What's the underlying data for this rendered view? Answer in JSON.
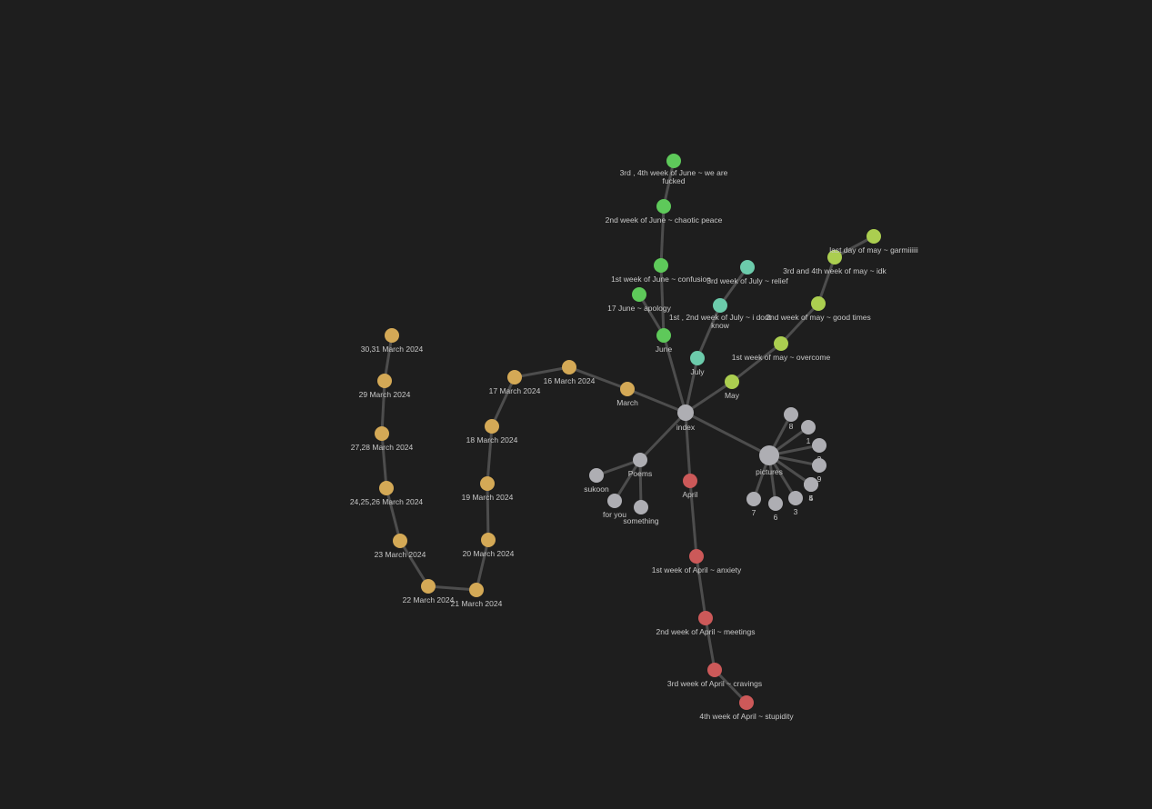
{
  "colors": {
    "background": "#1e1e1e",
    "edge": "#4d4d4d",
    "label": "#c8c8c8",
    "march": "#d4a956",
    "june": "#5ec95a",
    "july": "#6ccbab",
    "may": "#abce50",
    "april": "#cc5959",
    "neutral": "#aeaeb3"
  },
  "nodes": [
    {
      "id": "index",
      "label": "index",
      "group": "neutral"
    },
    {
      "id": "pictures",
      "label": "pictures",
      "group": "neutral"
    },
    {
      "id": "p8",
      "label": "8",
      "group": "neutral"
    },
    {
      "id": "p1",
      "label": "1",
      "group": "neutral"
    },
    {
      "id": "p2",
      "label": "2",
      "group": "neutral"
    },
    {
      "id": "p9",
      "label": "9",
      "group": "neutral"
    },
    {
      "id": "p5",
      "label": "5",
      "group": "neutral"
    },
    {
      "id": "p4",
      "label": "4",
      "group": "neutral"
    },
    {
      "id": "p3",
      "label": "3",
      "group": "neutral"
    },
    {
      "id": "p6",
      "label": "6",
      "group": "neutral"
    },
    {
      "id": "p7",
      "label": "7",
      "group": "neutral"
    },
    {
      "id": "poems",
      "label": "Poems",
      "group": "neutral"
    },
    {
      "id": "sukoon",
      "label": "sukoon",
      "group": "neutral"
    },
    {
      "id": "foryou",
      "label": "for you",
      "group": "neutral"
    },
    {
      "id": "something",
      "label": "something",
      "group": "neutral"
    },
    {
      "id": "april",
      "label": "April",
      "group": "april"
    },
    {
      "id": "apr1",
      "label": "1st week of April ~ anxiety",
      "group": "april"
    },
    {
      "id": "apr2",
      "label": "2nd week of April ~ meetings",
      "group": "april"
    },
    {
      "id": "apr3",
      "label": "3rd week of April ~ cravings",
      "group": "april"
    },
    {
      "id": "apr4",
      "label": "4th week of April ~ stupidity",
      "group": "april"
    },
    {
      "id": "march",
      "label": "March",
      "group": "march"
    },
    {
      "id": "m16",
      "label": "16 March 2024",
      "group": "march"
    },
    {
      "id": "m17",
      "label": "17 March 2024",
      "group": "march"
    },
    {
      "id": "m18",
      "label": "18 March 2024",
      "group": "march"
    },
    {
      "id": "m19",
      "label": "19 March 2024",
      "group": "march"
    },
    {
      "id": "m20",
      "label": "20 March 2024",
      "group": "march"
    },
    {
      "id": "m21",
      "label": "21 March 2024",
      "group": "march"
    },
    {
      "id": "m22",
      "label": "22 March 2024",
      "group": "march"
    },
    {
      "id": "m23",
      "label": "23 March 2024",
      "group": "march"
    },
    {
      "id": "m24",
      "label": "24,25,26 March 2024",
      "group": "march"
    },
    {
      "id": "m27",
      "label": "27,28 March 2024",
      "group": "march"
    },
    {
      "id": "m29",
      "label": "29 March 2024",
      "group": "march"
    },
    {
      "id": "m30",
      "label": "30,31 March 2024",
      "group": "march"
    },
    {
      "id": "june",
      "label": "June",
      "group": "june"
    },
    {
      "id": "j17",
      "label": "17 June ~ apology",
      "group": "june"
    },
    {
      "id": "j1",
      "label": "1st week of June ~ confusion",
      "group": "june"
    },
    {
      "id": "j2",
      "label": "2nd week of June ~ chaotic peace",
      "group": "june"
    },
    {
      "id": "j3",
      "label": "3rd , 4th week of June ~ we are fucked",
      "group": "june"
    },
    {
      "id": "july",
      "label": "July",
      "group": "july"
    },
    {
      "id": "jul12",
      "label": "1st , 2nd week of July ~ i dont know",
      "group": "july"
    },
    {
      "id": "jul3",
      "label": "3rd week of July ~ relief",
      "group": "july"
    },
    {
      "id": "may",
      "label": "May",
      "group": "may"
    },
    {
      "id": "may1",
      "label": "1st week of may ~ overcome",
      "group": "may"
    },
    {
      "id": "may2",
      "label": "2nd week of may ~ good times",
      "group": "may"
    },
    {
      "id": "may34",
      "label": "3rd and 4th week of may ~ idk",
      "group": "may"
    },
    {
      "id": "maylast",
      "label": "last day of may ~ garmiiiiii",
      "group": "may"
    }
  ],
  "edges": [
    [
      "index",
      "pictures"
    ],
    [
      "index",
      "poems"
    ],
    [
      "index",
      "april"
    ],
    [
      "index",
      "march"
    ],
    [
      "index",
      "june"
    ],
    [
      "index",
      "july"
    ],
    [
      "index",
      "may"
    ],
    [
      "pictures",
      "p8"
    ],
    [
      "pictures",
      "p1"
    ],
    [
      "pictures",
      "p2"
    ],
    [
      "pictures",
      "p9"
    ],
    [
      "pictures",
      "p5"
    ],
    [
      "pictures",
      "p4"
    ],
    [
      "pictures",
      "p3"
    ],
    [
      "pictures",
      "p6"
    ],
    [
      "pictures",
      "p7"
    ],
    [
      "poems",
      "sukoon"
    ],
    [
      "poems",
      "foryou"
    ],
    [
      "poems",
      "something"
    ],
    [
      "april",
      "apr1"
    ],
    [
      "apr1",
      "apr2"
    ],
    [
      "apr2",
      "apr3"
    ],
    [
      "apr3",
      "apr4"
    ],
    [
      "march",
      "m16"
    ],
    [
      "m16",
      "m17"
    ],
    [
      "m17",
      "m18"
    ],
    [
      "m18",
      "m19"
    ],
    [
      "m19",
      "m20"
    ],
    [
      "m20",
      "m21"
    ],
    [
      "m21",
      "m22"
    ],
    [
      "m22",
      "m23"
    ],
    [
      "m23",
      "m24"
    ],
    [
      "m24",
      "m27"
    ],
    [
      "m27",
      "m29"
    ],
    [
      "m29",
      "m30"
    ],
    [
      "june",
      "j17"
    ],
    [
      "june",
      "j1"
    ],
    [
      "j1",
      "j2"
    ],
    [
      "j2",
      "j3"
    ],
    [
      "july",
      "jul12"
    ],
    [
      "jul12",
      "jul3"
    ],
    [
      "may",
      "may1"
    ],
    [
      "may1",
      "may2"
    ],
    [
      "may2",
      "may34"
    ],
    [
      "may34",
      "maylast"
    ]
  ]
}
